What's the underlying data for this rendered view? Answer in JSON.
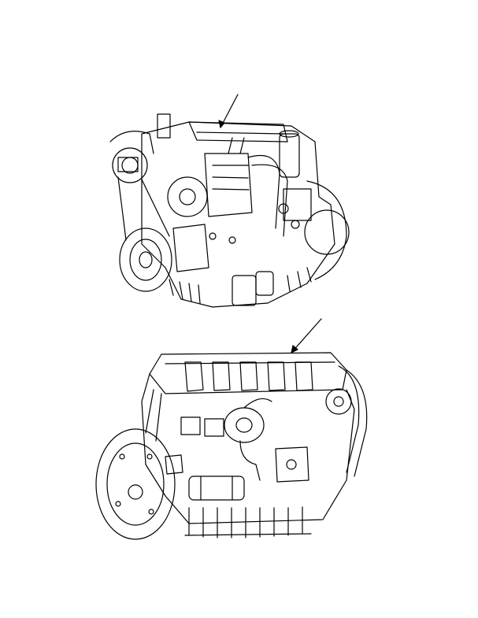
{
  "page": {
    "background": "#ffffff",
    "line_color": "#000000"
  },
  "figures": [
    {
      "id": "engine-front-view",
      "kind": "line-art illustration",
      "callout_arrow": true
    },
    {
      "id": "engine-rear-view",
      "kind": "line-art illustration",
      "callout_arrow": true
    }
  ]
}
